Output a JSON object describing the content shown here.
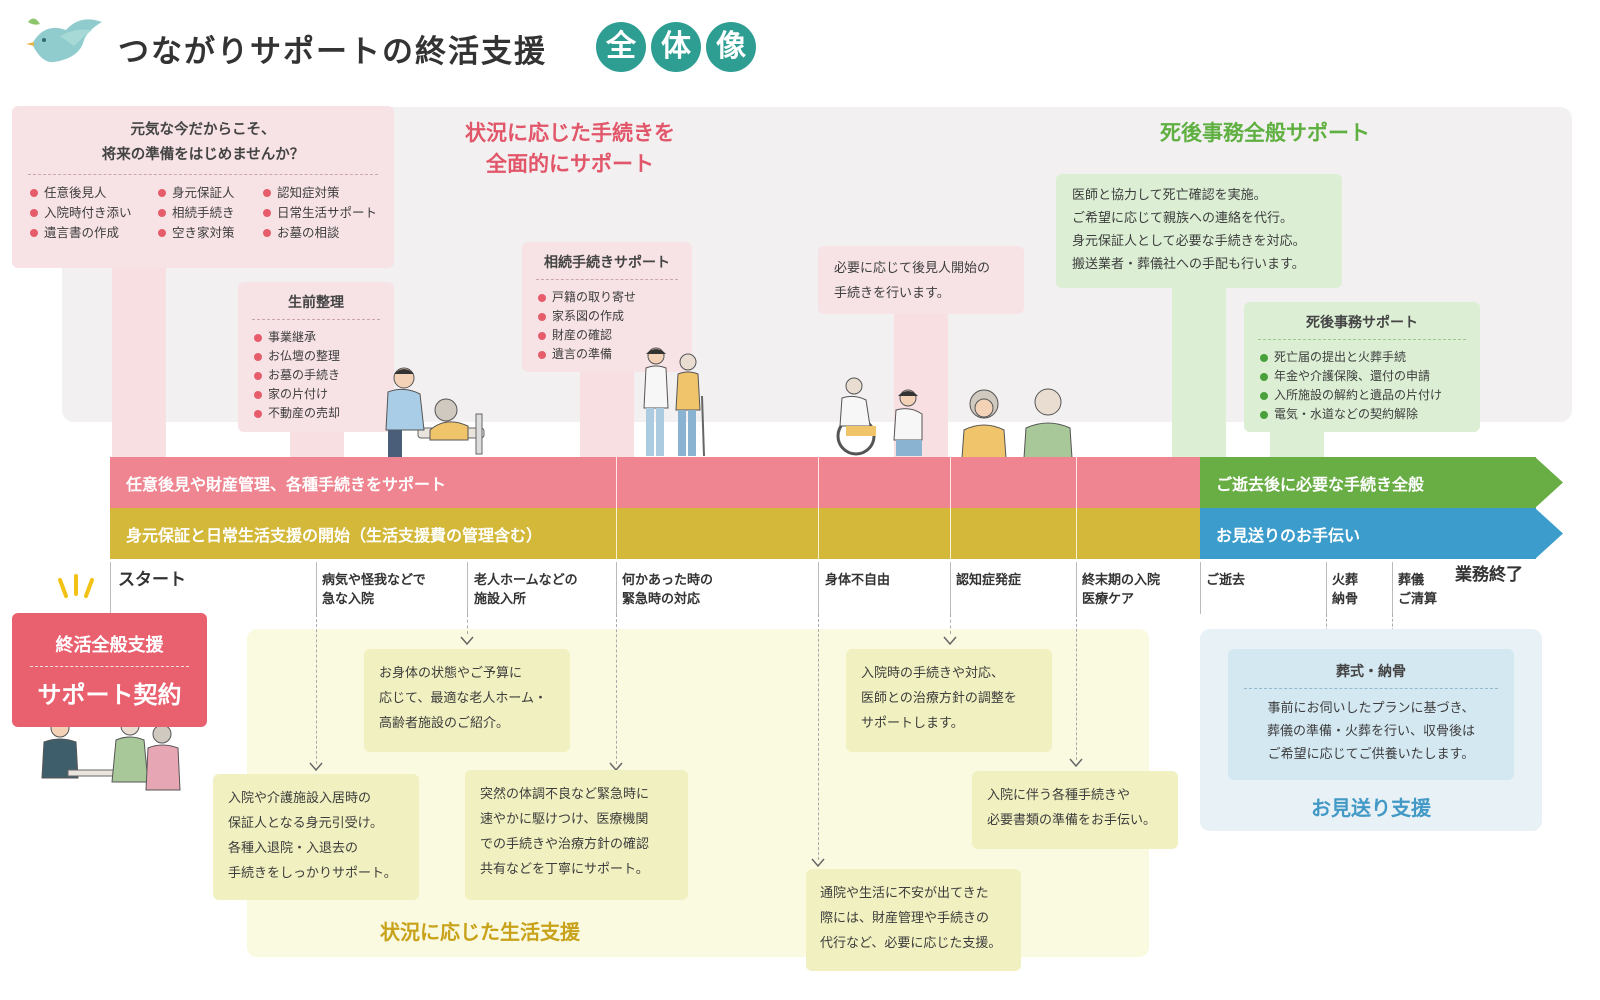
{
  "header": {
    "title": "つながりサポートの終活支援",
    "badge": [
      "全",
      "体",
      "像"
    ]
  },
  "top_left_card": {
    "heading_lines": [
      "元気な今だからこそ、",
      "将来の準備をはじめませんか？"
    ],
    "col1": [
      "任意後見人",
      "入院時付き添い",
      "遺言書の作成"
    ],
    "col2": [
      "身元保証人",
      "相続手続き",
      "空き家対策"
    ],
    "col3": [
      "認知症対策",
      "日常生活サポート",
      "お墓の相談"
    ]
  },
  "headline_pink": [
    "状況に応じた手続きを",
    "全面的にサポート"
  ],
  "headline_green": "死後事務全般サポート",
  "seizen_card": {
    "title": "生前整理",
    "items": [
      "事業継承",
      "お仏壇の整理",
      "お墓の手続き",
      "家の片付け",
      "不動産の売却"
    ]
  },
  "souzoku_card": {
    "title": "相続手続きサポート",
    "items": [
      "戸籍の取り寄せ",
      "家系図の作成",
      "財産の確認",
      "遺言の準備"
    ]
  },
  "kouken_card": {
    "lines": [
      "必要に応じて後見人開始の",
      "手続きを行います。"
    ]
  },
  "ishi_card": {
    "lines": [
      "医師と協力して死亡確認を実施。",
      "ご希望に応じて親族への連絡を代行。",
      "身元保証人として必要な手続きを対応。",
      "搬送業者・葬儀社への手配も行います。"
    ]
  },
  "shigo_card": {
    "title": "死後事務サポート",
    "items": [
      "死亡届の提出と火葬手続",
      "年金や介護保険、還付の申請",
      "入所施設の解約と遺品の片付け",
      "電気・水道などの契約解除"
    ]
  },
  "bands": {
    "row1_left": "任意後見や財産管理、各種手続きをサポート",
    "row2_left": "身元保証と日常生活支援の開始（生活支援費の管理含む）",
    "row1_right": "ご逝去後に必要な手続き全般",
    "row2_right": "お見送りのお手伝い"
  },
  "stages": {
    "start": "スタート",
    "s1": [
      "病気や怪我などで",
      "急な入院"
    ],
    "s2": [
      "老人ホームなどの",
      "施設入所"
    ],
    "s3": [
      "何かあった時の",
      "緊急時の対応"
    ],
    "s4": "身体不自由",
    "s5": "認知症発症",
    "s6": [
      "終末期の入院",
      "医療ケア"
    ],
    "s7": "ご逝去",
    "s8": [
      "火葬",
      "納骨"
    ],
    "s9": [
      "葬儀",
      "ご清算"
    ],
    "end": "業務終了"
  },
  "contract": {
    "top": "終活全般支援",
    "bottom": "サポート契約"
  },
  "life_support": {
    "label": "状況に応じた生活支援",
    "c1": [
      "入院や介護施設入居時の",
      "保証人となる身元引受け。",
      "各種入退院・入退去の",
      "手続きをしっかりサポート。"
    ],
    "c2": [
      "お身体の状態やご予算に",
      "応じて、最適な老人ホーム・",
      "高齢者施設のご紹介。"
    ],
    "c3": [
      "突然の体調不良など緊急時に",
      "速やかに駆けつけ、医療機関",
      "での手続きや治療方針の確認",
      "共有などを丁寧にサポート。"
    ],
    "c4": [
      "通院や生活に不安が出てきた",
      "際には、財産管理や手続きの",
      "代行など、必要に応じた支援。"
    ],
    "c5": [
      "入院時の手続きや対応、",
      "医師との治療方針の調整を",
      "サポートします。"
    ],
    "c6": [
      "入院に伴う各種手続きや",
      "必要書類の準備をお手伝い。"
    ]
  },
  "miokuri": {
    "label": "お見送り支援",
    "title": "葬式・納骨",
    "lines": [
      "事前にお伺いしたプランに基づき、",
      "葬儀の準備・火葬を行い、収骨後は",
      "ご希望に応じてご供養いたします。"
    ]
  },
  "colors": {
    "teal": "#2e9e93",
    "pink_band": "#ee8591",
    "ochre_band": "#d4b83a",
    "green_band": "#69ad45",
    "blue_band": "#3c9dcc",
    "red_accent": "#e2566a"
  }
}
